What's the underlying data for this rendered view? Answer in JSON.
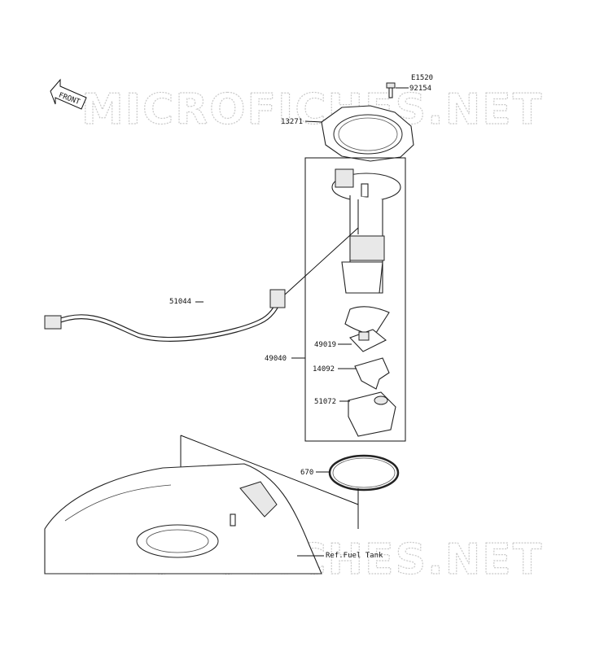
{
  "watermark": "MICROFICHES.NET",
  "front_arrow": "FRONT",
  "callouts": {
    "e1520": "E1520",
    "p92154": "92154",
    "p13271": "13271",
    "p51044": "51044",
    "p49040": "49040",
    "p49019": "49019",
    "p14092": "14092",
    "p51072": "51072",
    "p670": "670",
    "ref_fuel_tank": "Ref.Fuel Tank"
  }
}
